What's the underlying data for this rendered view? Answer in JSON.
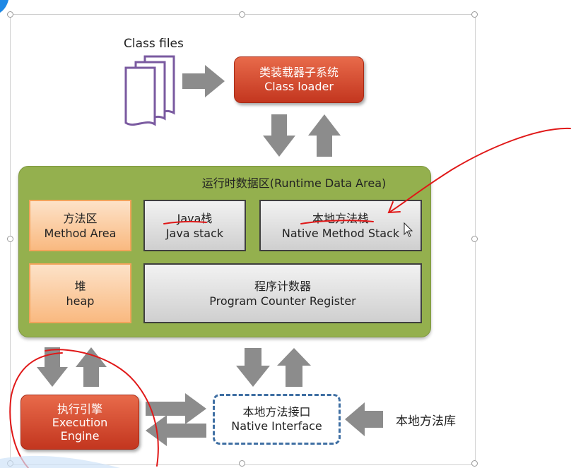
{
  "class_files": {
    "label": "Class files"
  },
  "class_loader": {
    "line1": "类装载器子系统",
    "line2": "Class loader"
  },
  "runtime_area": {
    "title": "运行时数据区(Runtime Data Area)",
    "method_area": {
      "line1": "方法区",
      "line2": "Method Area"
    },
    "java_stack": {
      "line1": "Java栈",
      "line2": "Java stack"
    },
    "native_method_stack": {
      "line1": "本地方法栈",
      "line2": "Native Method Stack"
    },
    "heap": {
      "line1": "堆",
      "line2": "heap"
    },
    "pc_register": {
      "line1": "程序计数器",
      "line2": "Program Counter Register"
    }
  },
  "execution_engine": {
    "line1": "执行引擎",
    "line2": "Execution",
    "line3": "Engine"
  },
  "native_interface": {
    "line1": "本地方法接口",
    "line2": "Native Interface"
  },
  "native_library": {
    "label": "本地方法库"
  },
  "colors": {
    "red_box": "#d04a2e",
    "runtime_green": "#94b04e",
    "orange_cell": "#f9b980",
    "gray_cell": "#d9d9d9",
    "arrow_gray": "#8c8c8c",
    "annotation_red": "#e01818",
    "dashed_blue": "#3f6fa3"
  }
}
